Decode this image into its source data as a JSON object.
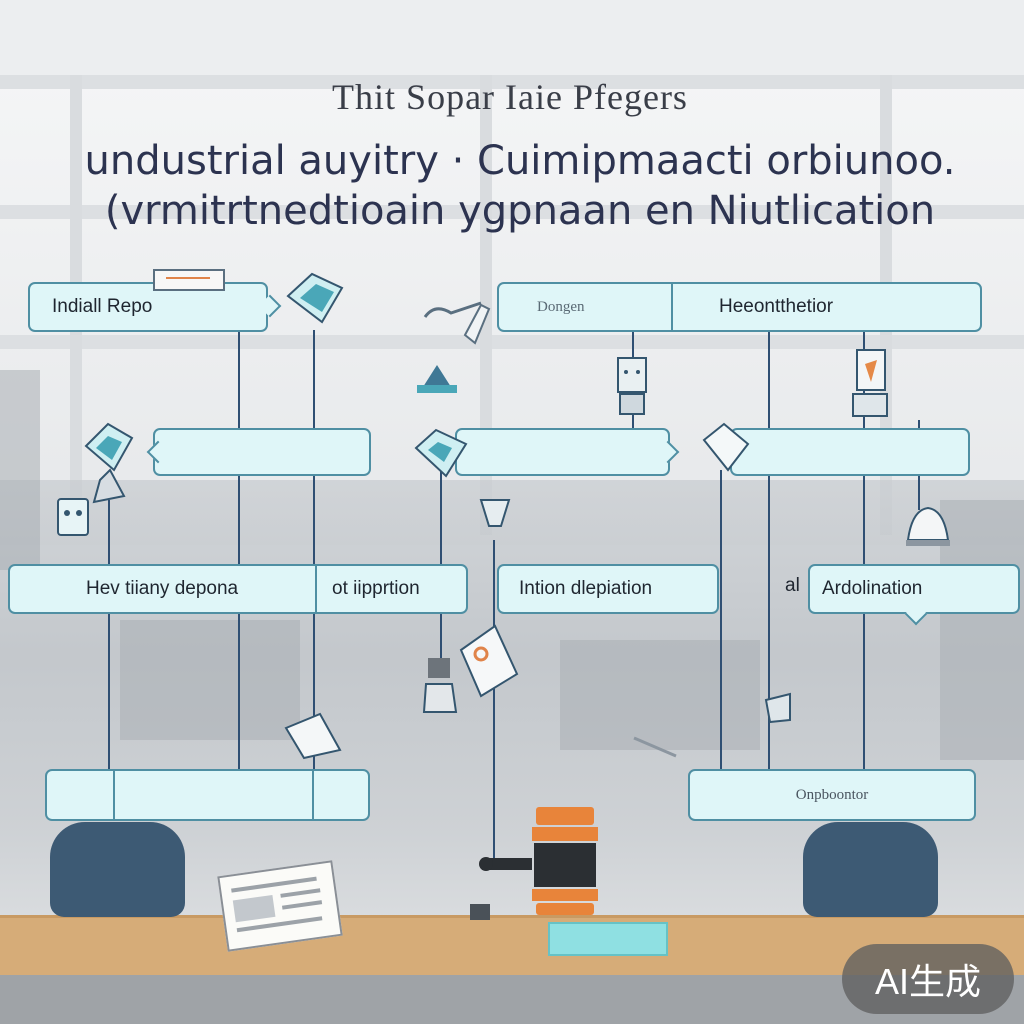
{
  "header": {
    "title": "Thit Sopar Iaie Pfegers",
    "subtitle_line1": "undustrial auyitry · Cuimipmaacti orbiunoo.",
    "subtitle_line2": "(vrmitrtnedtioain ygpnaan en Niutlication"
  },
  "boxes": {
    "top_left": "Indiall Repo",
    "top_center": "Dongen",
    "top_right": "Heeontthetior",
    "mid_left": "",
    "mid_center": "",
    "mid_right": "",
    "row3_left": "Hev tiiany depona",
    "row3_left_b": "ot iipprtion",
    "row3_center": "Intion dlepiation",
    "row3_right_prefix": "al",
    "row3_right": "Ardolination",
    "bottom_left": "",
    "bottom_right": "Onpboontor"
  },
  "watermark": "AI生成",
  "colors": {
    "box_fill": "#dff6f8",
    "box_border": "#4f8fa3",
    "connector": "#2f4f73",
    "pedestal": "#3d5a74",
    "gavel_orange": "#e8843a",
    "floor": "#d6ac78"
  },
  "icons": [
    "laptop-icon",
    "document-icon",
    "robot-arm-icon",
    "bell-icon",
    "gavel-icon",
    "paper-icon",
    "lamp-icon",
    "tablet-icon"
  ]
}
